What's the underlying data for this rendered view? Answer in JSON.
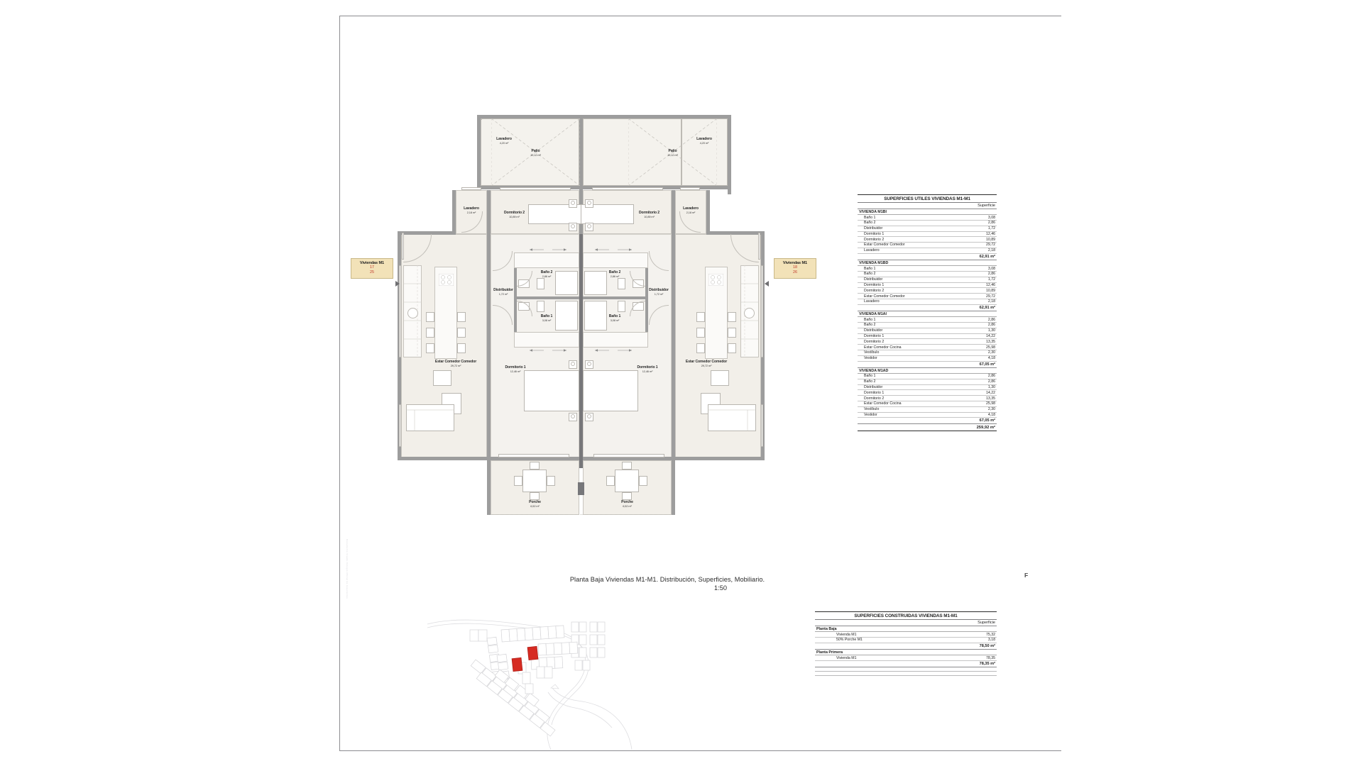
{
  "sheet": {
    "caption_line1": "Planta Baja Viviendas M1-M1. Distribución, Superficies, Mobiliario.",
    "caption_scale": "1:50",
    "corner_mark": "F",
    "micro_text": "Documento Visado Colegio Oficial de Arquitectos"
  },
  "badges": {
    "left": {
      "title": "Viviendas M1",
      "num1": "17",
      "num2": "25"
    },
    "right": {
      "title": "Viviendas M1",
      "num1": "18",
      "num2": "26"
    }
  },
  "plan_rooms": {
    "patio": {
      "name": "Patio",
      "area": "19,12 m²"
    },
    "lavadero_top": {
      "name": "Lavadero",
      "area": "4,20 m²"
    },
    "lavadero_in": {
      "name": "Lavadero",
      "area": "2,18 m²"
    },
    "dormitorio2": {
      "name": "Dormitorio 2",
      "area": "10,89 m²"
    },
    "dormitorio1": {
      "name": "Dormitorio 1",
      "area": "12,46 m²"
    },
    "bano2": {
      "name": "Baño 2",
      "area": "2,86 m²"
    },
    "bano1": {
      "name": "Baño 1",
      "area": "3,08 m²"
    },
    "distribuidor": {
      "name": "Distribuidor",
      "area": "1,72 m²"
    },
    "estar": {
      "name": "Estar Comedor Comedor",
      "area": "29,72 m²"
    },
    "porche": {
      "name": "Porche",
      "area": "6,52 m²"
    }
  },
  "table_utiles": {
    "title": "SUPERFICIES UTILES VIVIENDAS M1-M1",
    "col_header": "Superficie",
    "groups": [
      {
        "name": "VIVIENDA M1BI",
        "rows": [
          {
            "label": "Baño 1",
            "value": "3,08"
          },
          {
            "label": "Baño 2",
            "value": "2,86"
          },
          {
            "label": "Distribuidor",
            "value": "1,72"
          },
          {
            "label": "Dormitorio 1",
            "value": "12,46"
          },
          {
            "label": "Dormitorio 2",
            "value": "10,89"
          },
          {
            "label": "Estar Comedor Comedor",
            "value": "29,72"
          },
          {
            "label": "Lavadero",
            "value": "2,18"
          }
        ],
        "total": "62,91 m²"
      },
      {
        "name": "VIVIENDA M1BD",
        "rows": [
          {
            "label": "Baño 1",
            "value": "3,08"
          },
          {
            "label": "Baño 2",
            "value": "2,86"
          },
          {
            "label": "Distribuidor",
            "value": "1,72"
          },
          {
            "label": "Dormitorio 1",
            "value": "12,46"
          },
          {
            "label": "Dormitorio 2",
            "value": "10,89"
          },
          {
            "label": "Estar Comedor Comedor",
            "value": "29,72"
          },
          {
            "label": "Lavadero",
            "value": "2,18"
          }
        ],
        "total": "62,91 m²"
      },
      {
        "name": "VIVIENDA M1AI",
        "rows": [
          {
            "label": "Baño 1",
            "value": "2,86"
          },
          {
            "label": "Baño 2",
            "value": "2,86"
          },
          {
            "label": "Distribuidor",
            "value": "1,30"
          },
          {
            "label": "Dormitorio 1",
            "value": "14,22"
          },
          {
            "label": "Dormitorio 2",
            "value": "13,35"
          },
          {
            "label": "Estar Comedor Cocina",
            "value": "25,98"
          },
          {
            "label": "Vestíbulo",
            "value": "2,30"
          },
          {
            "label": "Vestidor",
            "value": "4,18"
          }
        ],
        "total": "67,05 m²"
      },
      {
        "name": "VIVIENDA M1AD",
        "rows": [
          {
            "label": "Baño 1",
            "value": "2,86"
          },
          {
            "label": "Baño 2",
            "value": "2,86"
          },
          {
            "label": "Distribuidor",
            "value": "1,30"
          },
          {
            "label": "Dormitorio 1",
            "value": "14,22"
          },
          {
            "label": "Dormitorio 2",
            "value": "13,35"
          },
          {
            "label": "Estar Comedor Cocina",
            "value": "25,98"
          },
          {
            "label": "Vestíbulo",
            "value": "2,30"
          },
          {
            "label": "Vestidor",
            "value": "4,18"
          }
        ],
        "total": "67,05 m²"
      }
    ],
    "grand_total": "259,92 m²"
  },
  "table_construidas": {
    "title": "SUPERFICIES CONSTRUIDAS VIVIENDAS M1-M1",
    "col_header": "Superficie",
    "groups": [
      {
        "name": "Planta Baja",
        "rows": [
          {
            "label": "Vivienda M1",
            "value": "75,32"
          },
          {
            "label": "50% Porche M1",
            "value": "3,18"
          }
        ],
        "total": "78,50 m²"
      },
      {
        "name": "Planta Primera",
        "rows": [
          {
            "label": "Vivienda M1",
            "value": "78,35"
          }
        ],
        "total": "78,35 m²"
      }
    ]
  },
  "colors": {
    "badge_bg": "#f2e2b8",
    "badge_text_red": "#c0392b",
    "wall": "#9d9d9d",
    "room_fill": "#f2efe9",
    "site_highlight": "#d62b22"
  }
}
